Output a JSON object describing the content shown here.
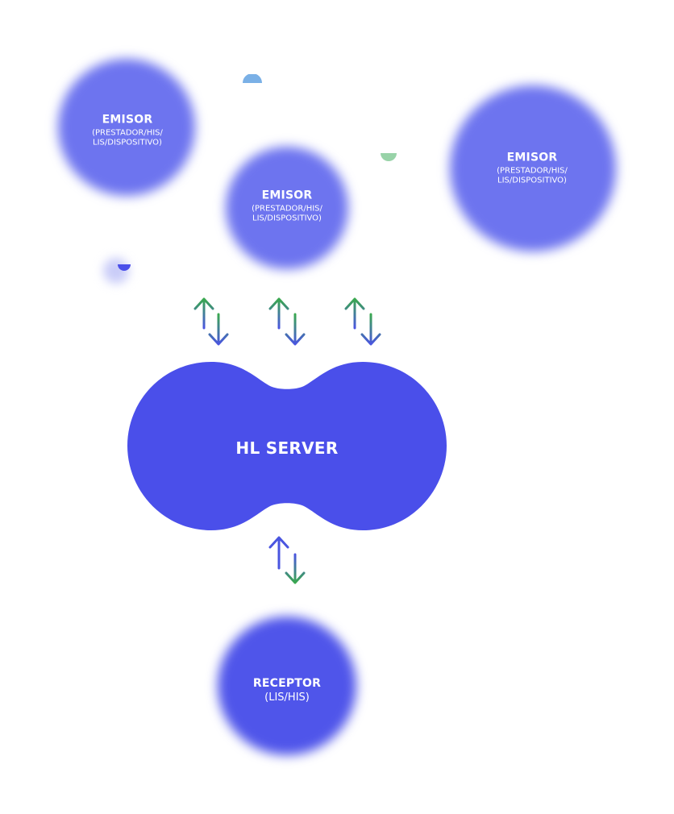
{
  "nodes": {
    "emisor_1": {
      "title": "EMISOR",
      "subtitle": "(PRESTADOR/HIS/\nLIS/DISPOSITIVO)"
    },
    "emisor_2": {
      "title": "EMISOR",
      "subtitle": "(PRESTADOR/HIS/\nLIS/DISPOSITIVO)"
    },
    "emisor_3": {
      "title": "EMISOR",
      "subtitle": "(PRESTADOR/HIS/\nLIS/DISPOSITIVO)"
    },
    "server": {
      "title": "HL SERVER"
    },
    "receptor": {
      "title": "RECEPTOR",
      "subtitle": "(LIS/HIS)"
    }
  },
  "colors": {
    "primary": "#4a4fea",
    "primary_soft": "#6d74ef",
    "arrow_green": "#3aa84f",
    "arrow_blue": "#4a55e0",
    "deco_light_blue": "#7ab0e6",
    "deco_green": "#98d3a8"
  }
}
